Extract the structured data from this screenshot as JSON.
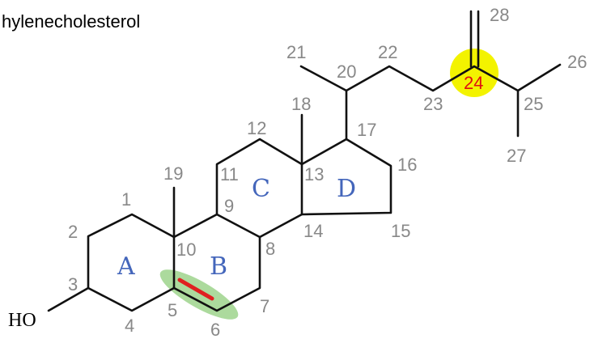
{
  "title": "hylenecholesterol",
  "hydroxyl_label": "HO",
  "ring_labels": [
    "A",
    "B",
    "C",
    "D"
  ],
  "atom_numbers": [
    "1",
    "2",
    "3",
    "4",
    "5",
    "6",
    "7",
    "8",
    "9",
    "10",
    "11",
    "12",
    "13",
    "14",
    "15",
    "16",
    "17",
    "18",
    "19",
    "20",
    "21",
    "22",
    "23",
    "25",
    "26",
    "27",
    "28"
  ],
  "highlighted_atom": "24",
  "colors": {
    "bond": "#111111",
    "atom_number": "#888888",
    "ring_label": "#4466bb",
    "double_bond_highlight": "#e02020",
    "double_bond_glow": "#9ed48c",
    "atom_highlight": "#f3f300",
    "highlighted_number": "#e01010"
  }
}
